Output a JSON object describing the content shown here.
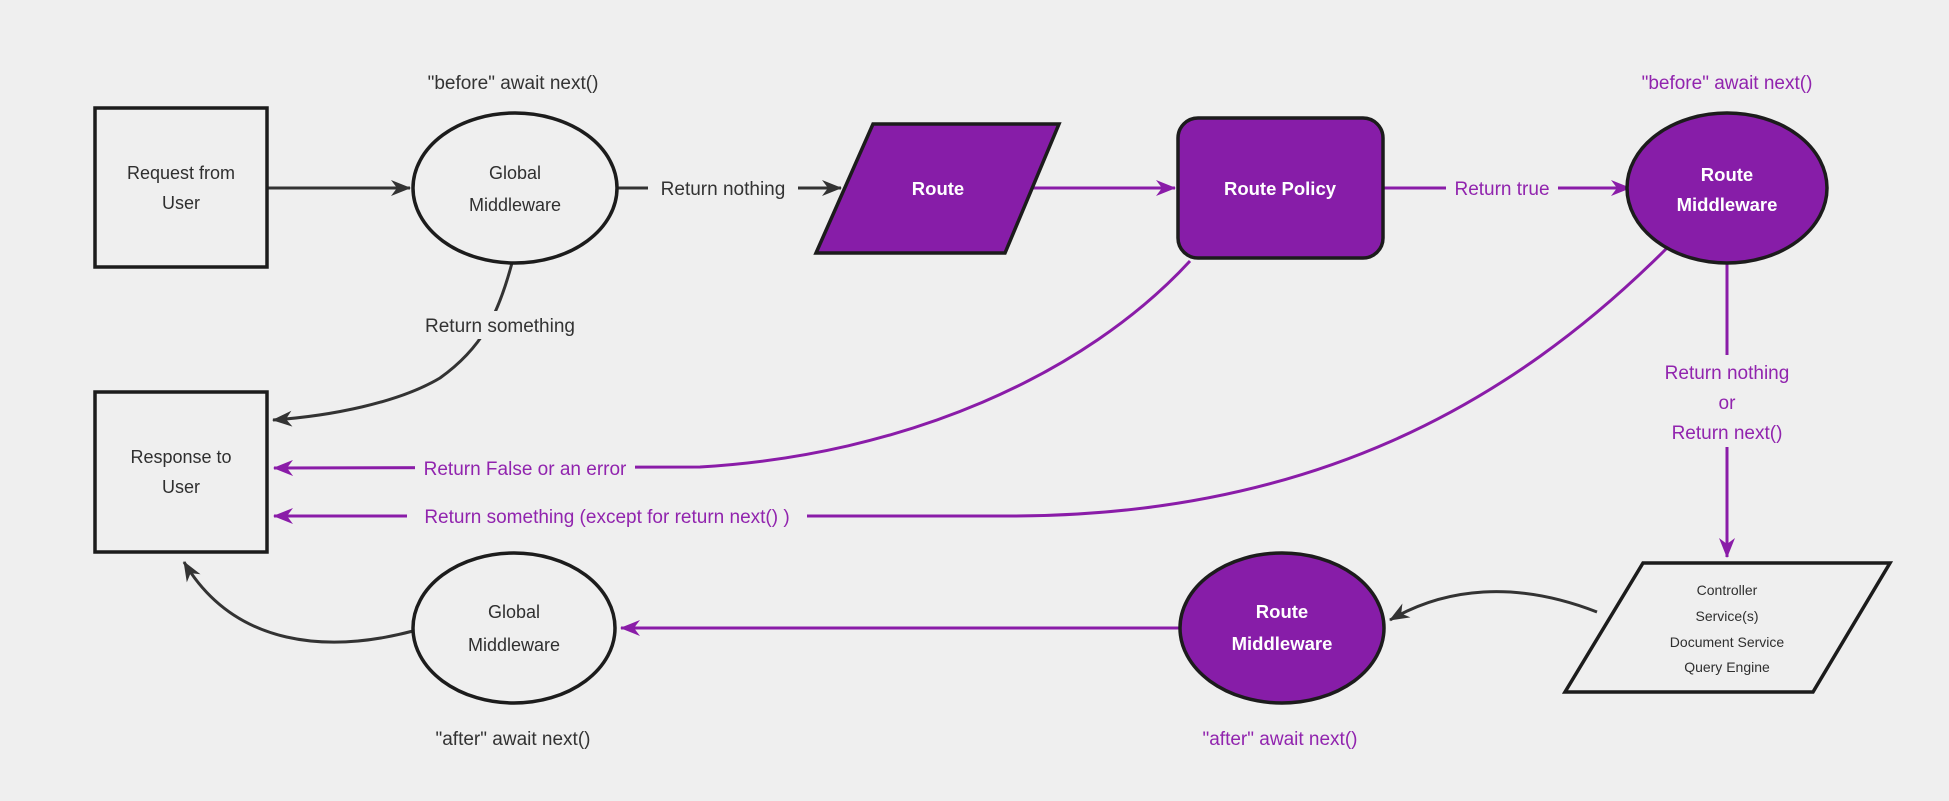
{
  "colors": {
    "background": "#efefef",
    "purple_fill": "#871da8",
    "purple_line": "#8a1ca8",
    "purple_text": "#9124ae",
    "dark_stroke": "#1c1c1c",
    "dark_text": "#2f2f2f",
    "white_text": "#ffffff"
  },
  "nodes": {
    "request_from_user": {
      "shape": "rectangle",
      "lines": [
        "Request from",
        "User"
      ]
    },
    "global_middleware_top": {
      "shape": "ellipse",
      "lines": [
        "Global",
        "Middleware"
      ]
    },
    "route": {
      "shape": "parallelogram",
      "label": "Route"
    },
    "route_policy": {
      "shape": "rounded-rectangle",
      "label": "Route Policy"
    },
    "route_middleware_top": {
      "shape": "ellipse",
      "lines": [
        "Route",
        "Middleware"
      ]
    },
    "controller_stack": {
      "shape": "parallelogram",
      "lines": [
        "Controller",
        "Service(s)",
        "Document Service",
        "Query Engine"
      ]
    },
    "route_middleware_bottom": {
      "shape": "ellipse",
      "lines": [
        "Route",
        "Middleware"
      ]
    },
    "global_middleware_bottom": {
      "shape": "ellipse",
      "lines": [
        "Global",
        "Middleware"
      ]
    },
    "response_to_user": {
      "shape": "rectangle",
      "lines": [
        "Response to",
        "User"
      ]
    }
  },
  "edge_labels": {
    "return_nothing_top": "Return nothing",
    "return_true": "Return true",
    "return_something": "Return something",
    "return_nothing_or_next": [
      "Return nothing",
      "or",
      "Return next()"
    ],
    "return_false_or_error": "Return False or an error",
    "return_something_except": "Return something (except for return next() )"
  },
  "annotations": {
    "before_await_next_global": "\"before\" await next()",
    "before_await_next_route": "\"before\" await next()",
    "after_await_next_route": "\"after\" await next()",
    "after_await_next_global": "\"after\" await next()"
  }
}
